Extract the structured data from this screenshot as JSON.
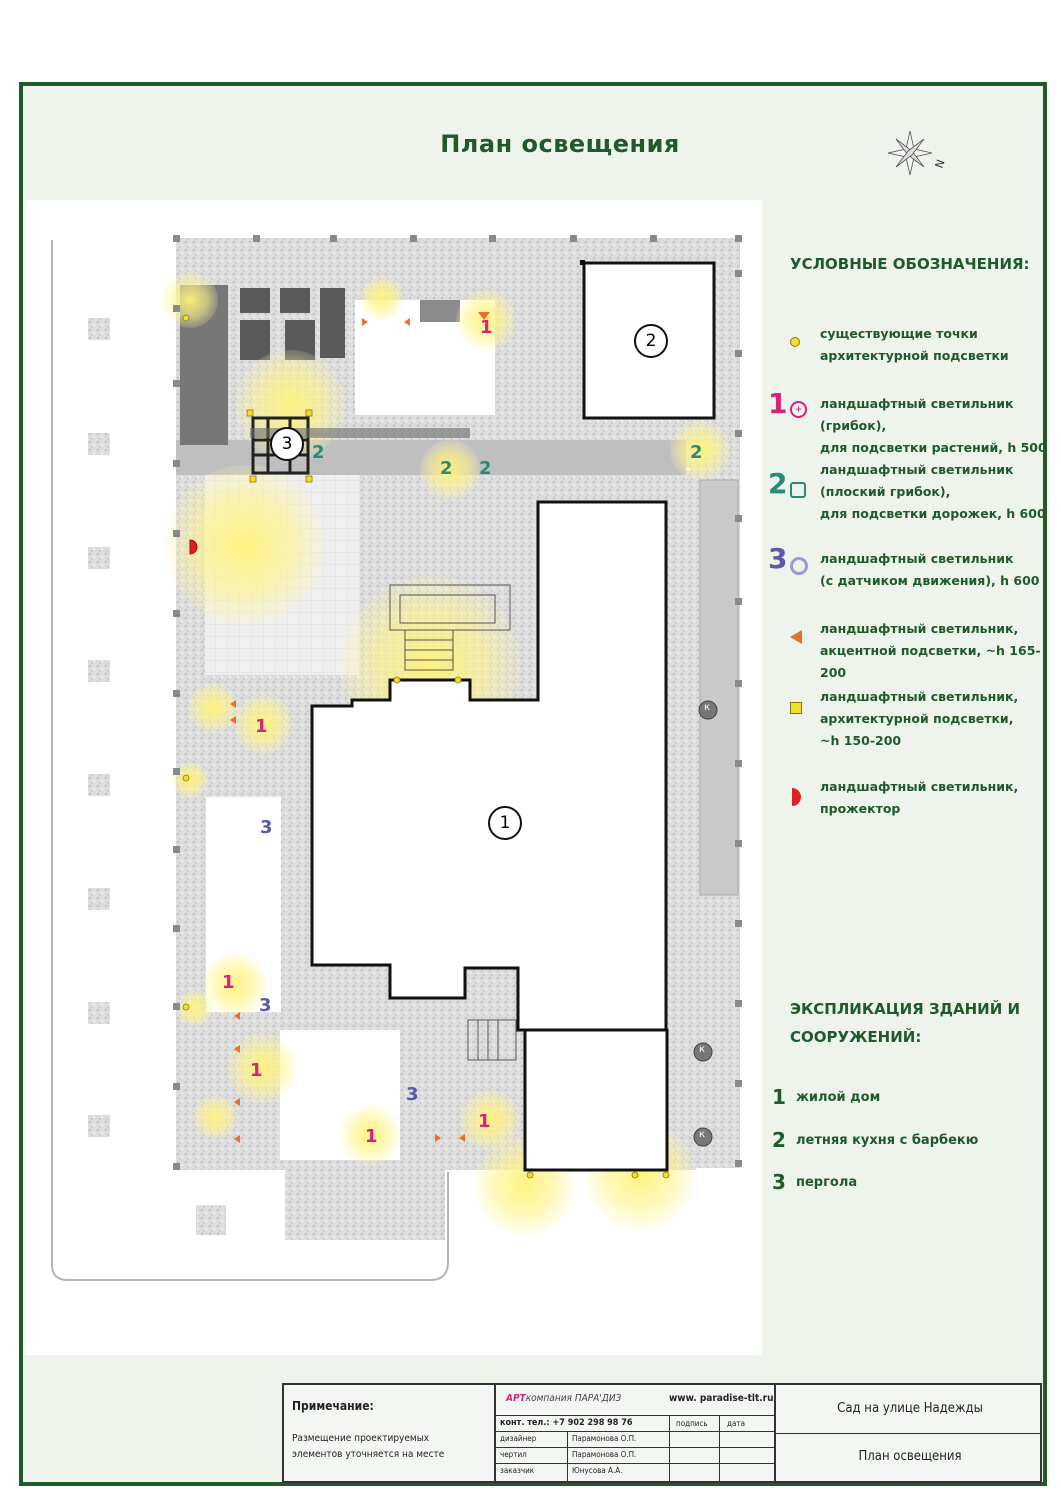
{
  "header": {
    "title": "План освещения"
  },
  "compass": {
    "label": "N",
    "icon": "compass-rose-icon"
  },
  "plan": {
    "building_labels": [
      "1",
      "2",
      "3"
    ],
    "fixtures": {
      "type1_label": "1",
      "type2_label": "2",
      "type3_label": "3",
      "kolodets": "к"
    }
  },
  "legend": {
    "title": "УСЛОВНЫЕ ОБОЗНАЧЕНИЯ:",
    "items": [
      {
        "icon": "yellow-dot-icon",
        "number": "",
        "text": "существующие точки\nархитектурной подсветки"
      },
      {
        "icon": "pink-circle-plus-icon",
        "number": "1",
        "text": "ландшафтный светильник (грибок),\nдля подсветки растений, h 500"
      },
      {
        "icon": "teal-square-circle-icon",
        "number": "2",
        "text": "ландшафтный светильник\n(плоский грибок),\nдля подсветки дорожек, h 600"
      },
      {
        "icon": "purple-ring-icon",
        "number": "3",
        "text": "ландшафтный светильник\n(с датчиком движения), h 600"
      },
      {
        "icon": "orange-triangle-icon",
        "number": "",
        "text": "ландшафтный светильник,\nакцентной подсветки, ~h 165-200"
      },
      {
        "icon": "yellow-square-icon",
        "number": "",
        "text": "ландшафтный светильник,\nархитектурной подсветки,\n~h 150-200"
      },
      {
        "icon": "red-half-circle-icon",
        "number": "",
        "text": "ландшафтный светильник,\nпрожектор"
      }
    ]
  },
  "explication": {
    "title_line1": "ЭКСПЛИКАЦИЯ ЗДАНИЙ И",
    "title_line2": "СООРУЖЕНИЙ:",
    "items": [
      {
        "number": "1",
        "text": "жилой дом"
      },
      {
        "number": "2",
        "text": "летняя кухня с барбекю"
      },
      {
        "number": "3",
        "text": "пергола"
      }
    ]
  },
  "stamp": {
    "note_title": "Примечание:",
    "note_line1": "Размещение  проектируемых",
    "note_line2": "элементов  уточняется  на  месте",
    "company_art": "АРТ",
    "company_name": "компания ПАРА'ДИЗ",
    "website": "www. paradise-tlt.ru",
    "phone": "конт. тел.: +7 902 298 98 76",
    "col_sign": "подпись",
    "col_date": "дата",
    "rows": [
      {
        "role": "дизайнер",
        "name": "Парамонова О.П."
      },
      {
        "role": "чертил",
        "name": "Парамонова О.П."
      },
      {
        "role": "заказчик",
        "name": "Юнусова А.А."
      }
    ],
    "project": "Сад на улице Надежды",
    "sheet": "План освещения"
  },
  "colors": {
    "accent": "#1f5b2a",
    "glow": "#fff27a",
    "pink": "#d4237a",
    "teal": "#2a8a7a",
    "purple": "#5a5aa8",
    "orange": "#e8702a",
    "red": "#e02020"
  }
}
